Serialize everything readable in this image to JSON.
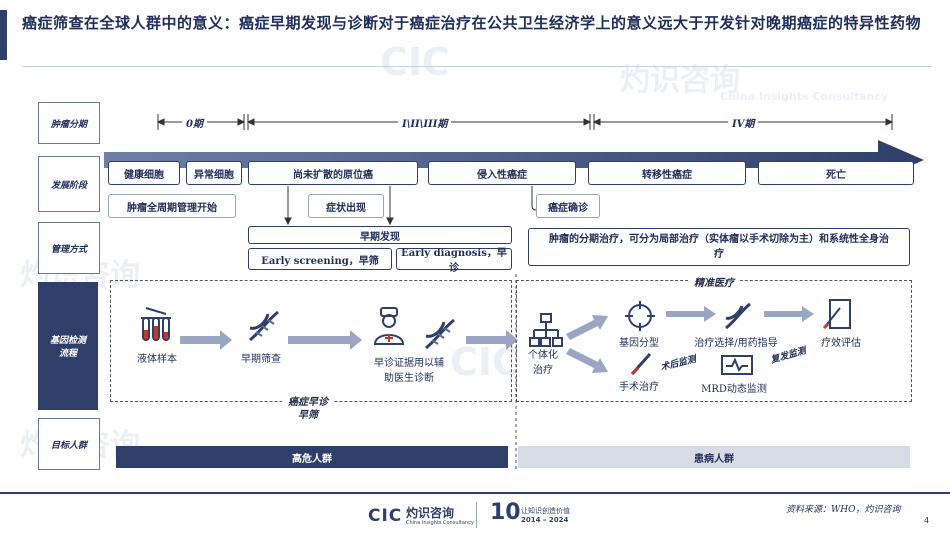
{
  "title": "癌症筛查在全球人群中的意义：癌症早期发现与诊断对于癌症治疗在公共卫生经济学上的意义远大于开发针对晚期癌症的特异性药物",
  "row_labels": {
    "tumor_stage": "肿瘤分期",
    "development": "发展阶段",
    "management": "管理方式",
    "gene_test": "基因检测流程",
    "target": "目标人群"
  },
  "stages": {
    "s0": "0期",
    "s123": "I\\II\\III期",
    "s4": "IV期"
  },
  "development": {
    "healthy": "健康细胞",
    "abnormal": "异常细胞",
    "insitu": "尚未扩散的原位癌",
    "invasive": "侵入性癌症",
    "metastatic": "转移性癌症",
    "death": "死亡"
  },
  "notes": {
    "lifecycle_start": "肿瘤全周期管理开始",
    "symptom": "症状出现",
    "diagnosed": "癌症确诊"
  },
  "management": {
    "early_detect": "早期发现",
    "early_screening": "Early screening，早筛",
    "early_diagnosis": "Early diagnosis，早诊",
    "staging": "肿瘤的分期治疗，可分为局部治疗（实体瘤以手术切除为主）和系统性全身治疗"
  },
  "gene": {
    "liquid_sample": "液体样本",
    "early_screen": "早期筛查",
    "early_diag_1": "早诊证据用以辅",
    "early_diag_2": "助医生诊断",
    "precision": "精准医疗",
    "personal_1": "个体化",
    "personal_2": "治疗",
    "genotype": "基因分型",
    "drug_guidance": "治疗选择/用药指导",
    "efficacy": "疗效评估",
    "surgery": "手术治疗",
    "post_op": "术后监测",
    "recurrence": "复发监测",
    "mrd": "MRD动态监测",
    "screen_label_1": "癌症早诊",
    "screen_label_2": "早筛"
  },
  "target": {
    "high_risk": "高危人群",
    "patients": "患病人群"
  },
  "footer": {
    "source": "资料来源：WHO，灼识咨询",
    "page": "4",
    "logo_cic": "CIC",
    "logo_cn": "灼识咨询",
    "logo_en": "China Insights Consultancy",
    "anniv_num": "10",
    "anniv_text": "让知识创造价值",
    "anniv_years": "2014 – 2024"
  },
  "watermark": {
    "cn": "灼识咨询",
    "cic": "CIC",
    "en": "China Insights Consultancy"
  },
  "colors": {
    "navy": "#2e3f6a",
    "light_band": "#d6dbe6",
    "arrow": "#9aa6c2"
  }
}
